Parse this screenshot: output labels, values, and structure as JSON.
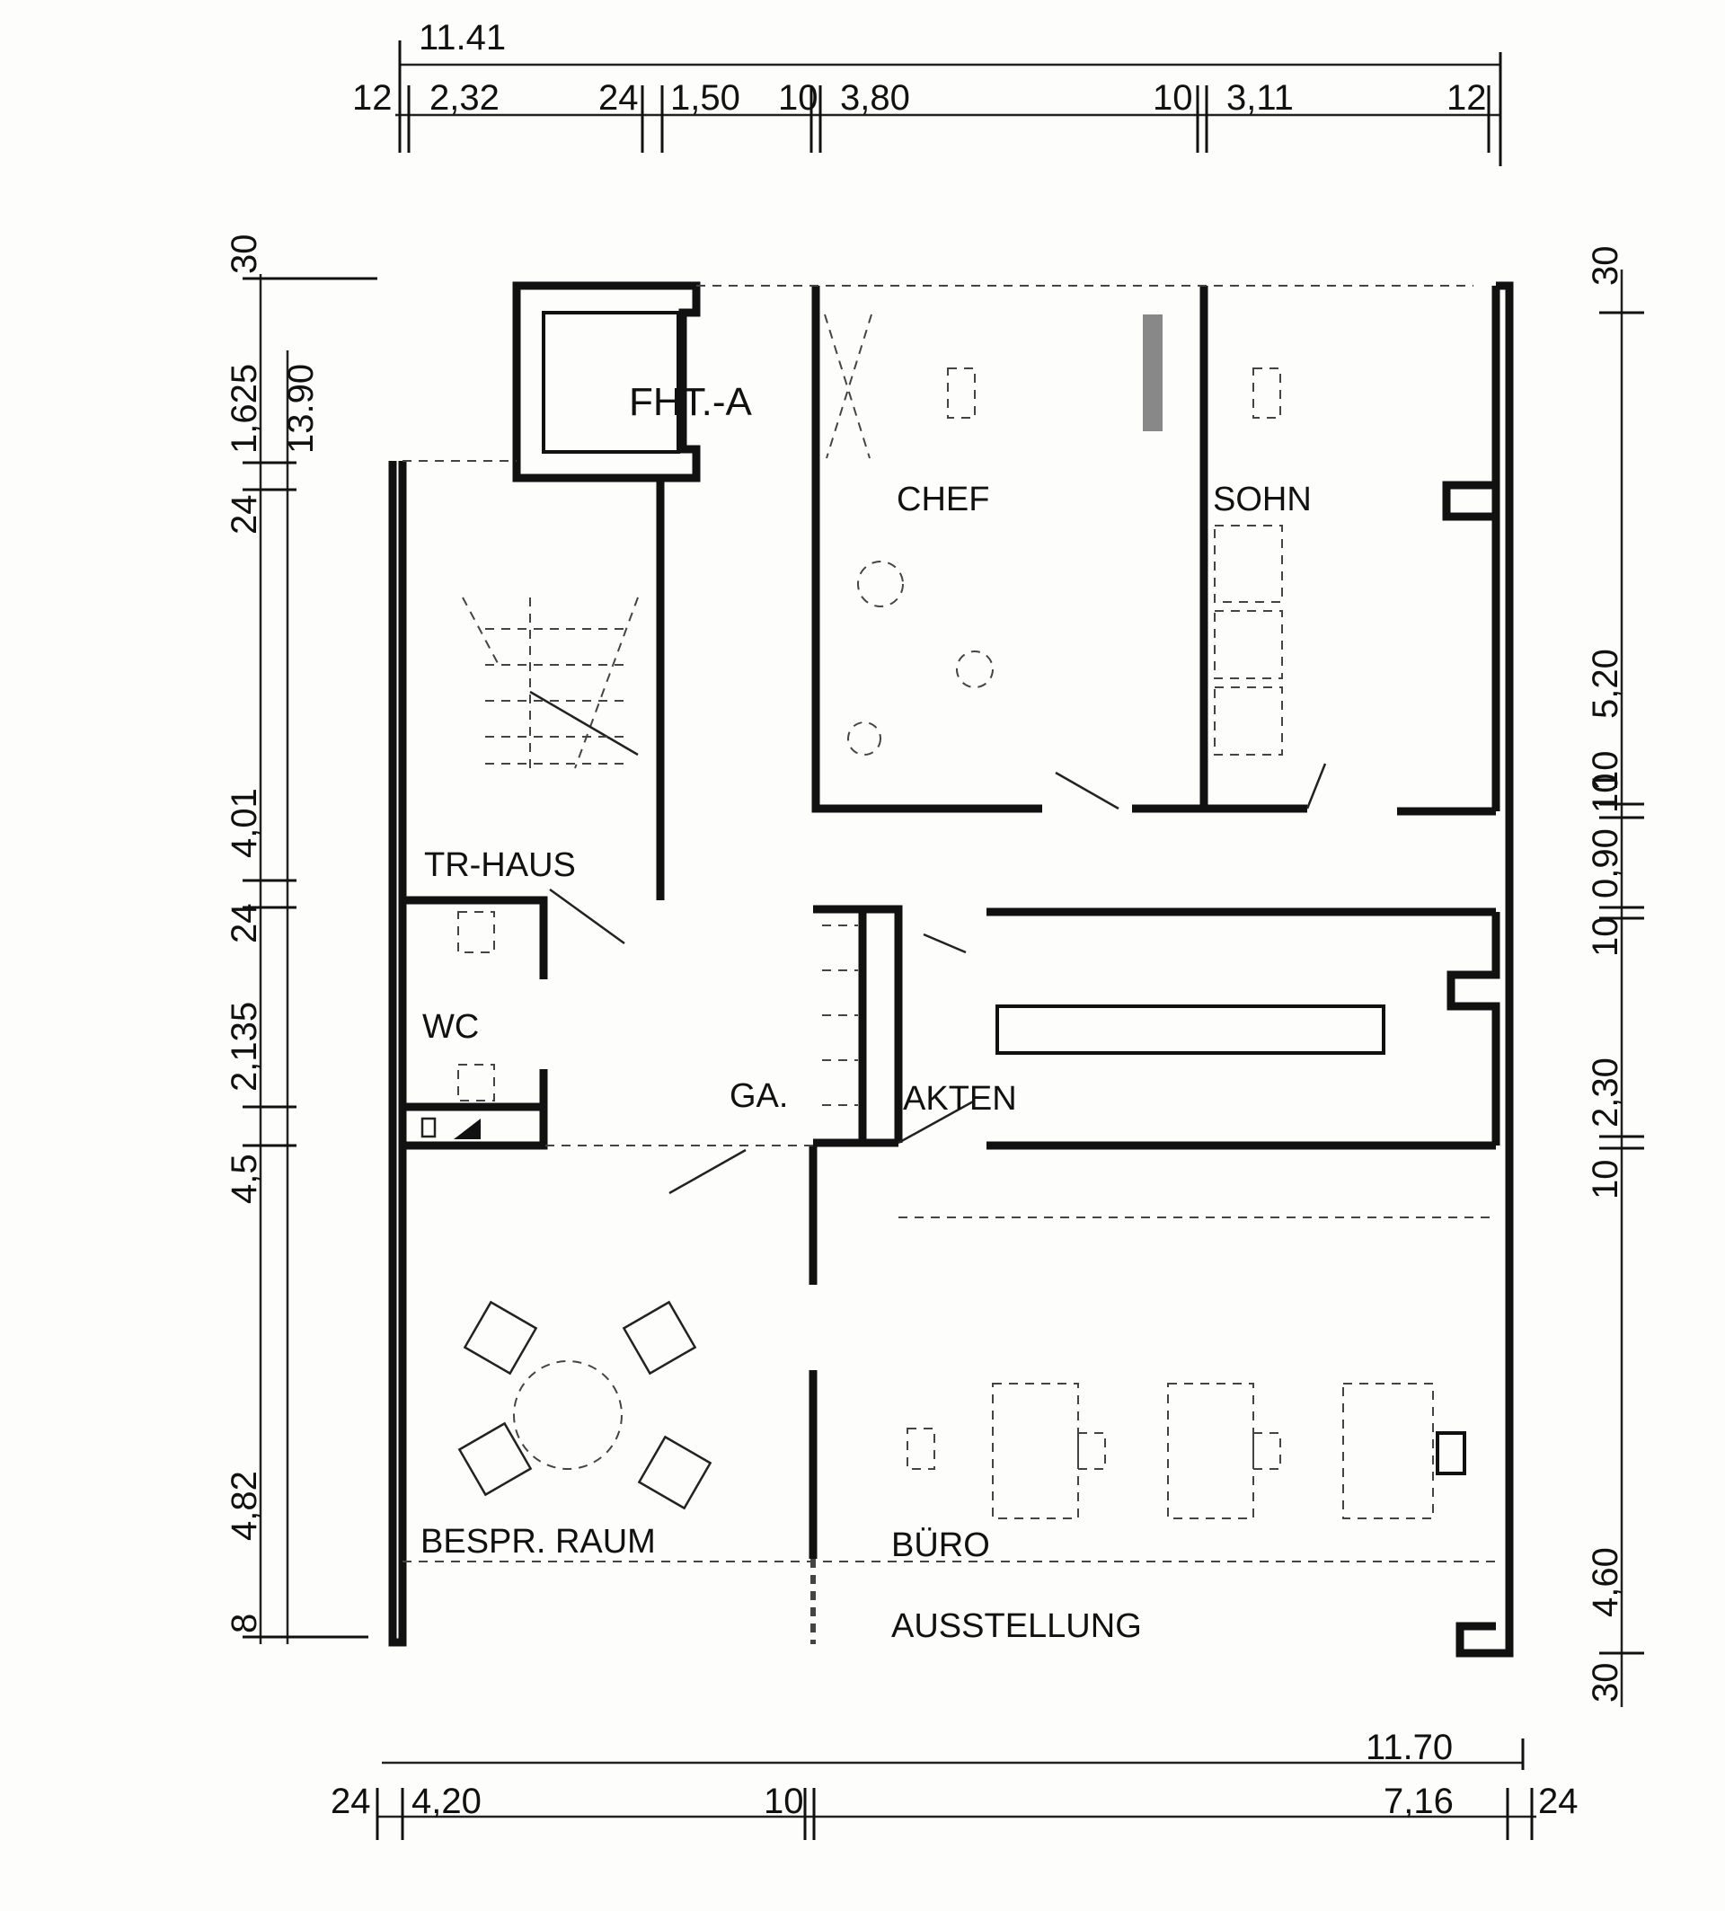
{
  "rooms": {
    "chef": "CHEF",
    "sohn": "SOHN",
    "treppenhaus": "TR-HAUS",
    "wc": "WC",
    "garderobe": "GA.",
    "akten": "AKTEN",
    "besprechung": "BESPR. RAUM",
    "buero": "BÜRO",
    "ausstellung": "AUSSTELLUNG",
    "aufzug": "FHT.-A"
  },
  "dimensions": {
    "top": {
      "overall": "11.41",
      "segments": [
        "12",
        "2,32",
        "24",
        "1,50",
        "10",
        "3,80",
        "10",
        "3,11",
        "12"
      ]
    },
    "bottom": {
      "overall": "11.70",
      "segments": [
        "24",
        "4,20",
        "10",
        "7,16",
        "24"
      ]
    },
    "left": {
      "overall": "13.90",
      "segments": [
        "30",
        "1,625",
        "24",
        "4,01",
        "24",
        "2,135",
        "4,5",
        "4,82",
        "8"
      ]
    },
    "right": {
      "segments": [
        "30",
        "5,20",
        "10",
        "0,90",
        "10",
        "10",
        "2,30",
        "10",
        "4,60",
        "30"
      ]
    }
  }
}
